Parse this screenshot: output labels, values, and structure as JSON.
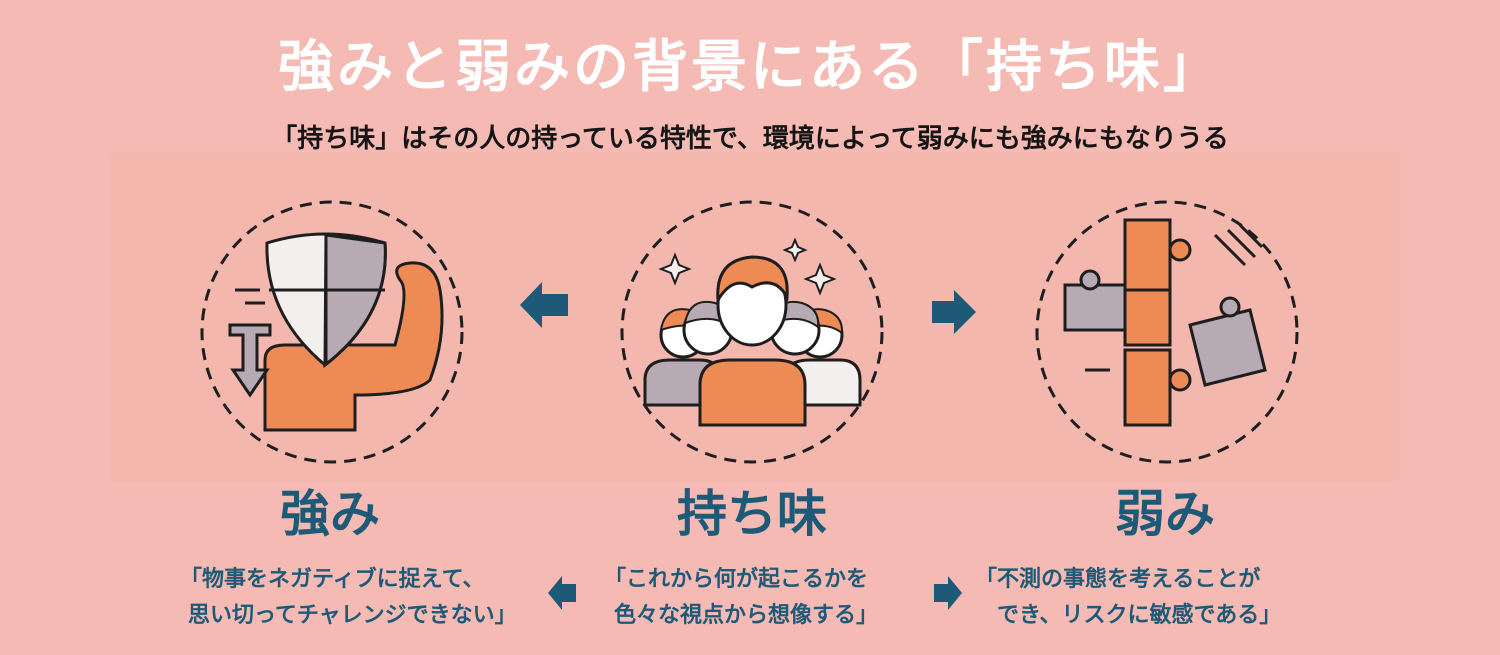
{
  "title": "強みと弱みの背景にある「持ち味」",
  "subtitle": "「持ち味」はその人の持っている特性で、環境によって弱みにも強みにもなりうる",
  "nodes": [
    {
      "label": "強み",
      "desc": [
        "「物事をネガティブに捉えて、",
        "思い切ってチャレンジできない」"
      ]
    },
    {
      "label": "持ち味",
      "desc": [
        "「これから何が起こるかを",
        "色々な視点から想像する」"
      ]
    },
    {
      "label": "弱み",
      "desc": [
        "「不測の事態を考えることが",
        "でき、リスクに敏感である」"
      ]
    }
  ],
  "colors": {
    "accent": "#1e5a78",
    "orange": "#ee8a54",
    "gray": "#b8aab2",
    "background": "#f4bab3"
  },
  "icons": [
    "shield-arm-icon",
    "crowd-icon",
    "puzzle-icon",
    "arrow-left-icon",
    "arrow-right-icon"
  ]
}
